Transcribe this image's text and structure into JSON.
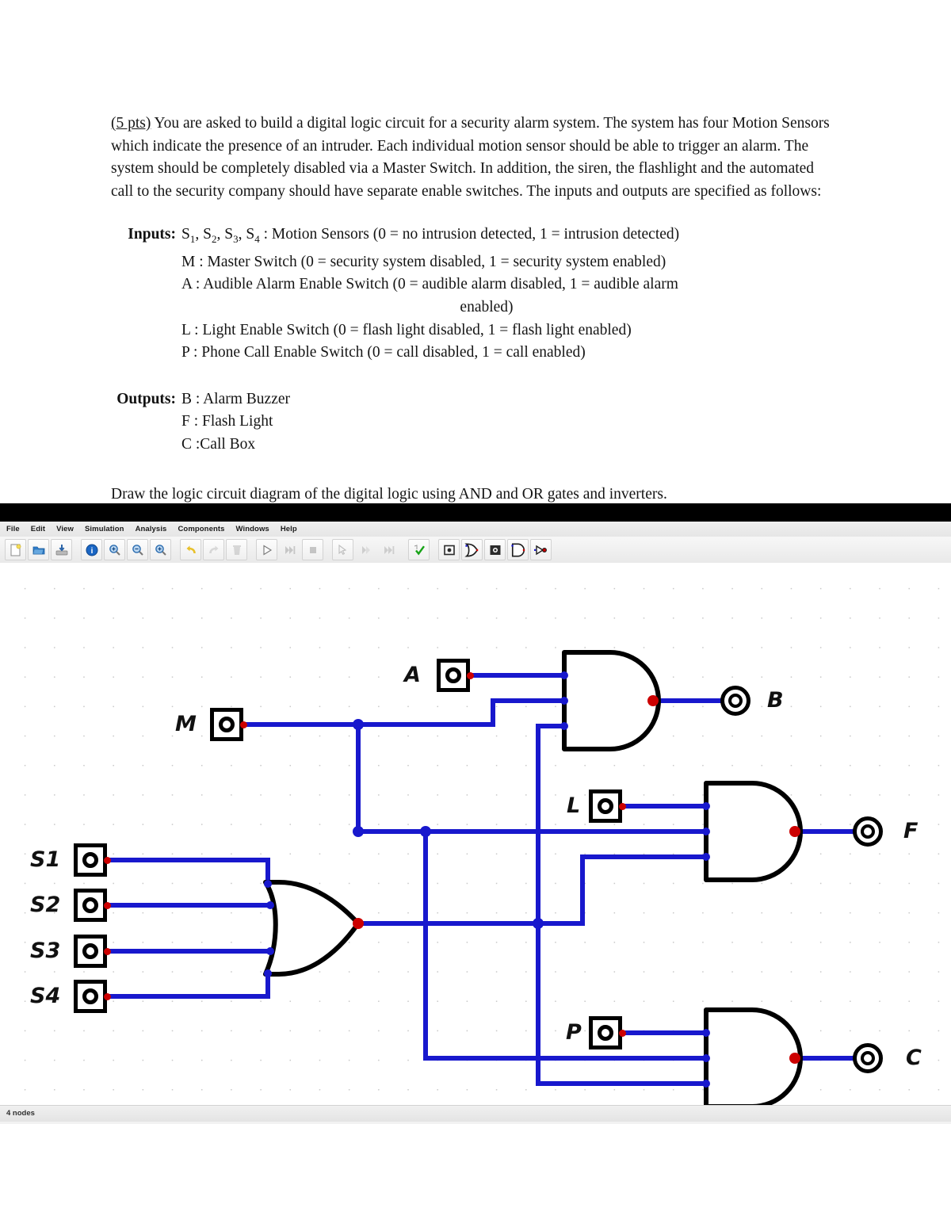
{
  "document": {
    "intro": "(5 pts) You are asked to build a digital logic circuit for a security alarm system. The system has four Motion Sensors which indicate the presence of an intruder. Each individual motion sensor should be able to trigger an alarm. The system should be completely disabled via a Master Switch. In addition, the siren, the flashlight and the automated call to the security company should have separate enable switches. The inputs and outputs are specified as follows:",
    "intro_underlined": "(5 pts)",
    "inputs_label": "Inputs:",
    "inputs": [
      "S1, S2, S3, S4 : Motion Sensors (0 = no intrusion detected, 1 = intrusion detected)",
      "M : Master Switch (0 = security system disabled, 1 = security system enabled)",
      "A : Audible Alarm Enable Switch (0 = audible alarm disabled, 1 = audible alarm enabled)",
      "L : Light Enable Switch (0 = flash light disabled, 1 = flash light enabled)",
      "P : Phone Call Enable Switch (0 = call disabled, 1 = call enabled)"
    ],
    "inputs_line1_parts": {
      "s1": "S",
      "s1sub": "1",
      "s2": "S",
      "s2sub": "2",
      "s3": "S",
      "s3sub": "3",
      "s4": "S",
      "s4sub": "4",
      "rest": " : Motion Sensors (0 = no intrusion detected, 1 = intrusion detected)"
    },
    "inputs_line3a": "A : Audible Alarm Enable Switch (0 = audible alarm disabled, 1 = audible alarm",
    "inputs_line3b": "enabled)",
    "outputs_label": "Outputs:",
    "outputs": [
      "B : Alarm Buzzer",
      "F : Flash Light",
      "C :Call Box"
    ],
    "instruction": "Draw the logic circuit diagram of the digital logic using AND and OR gates and inverters."
  },
  "app": {
    "menu": [
      "File",
      "Edit",
      "View",
      "Simulation",
      "Analysis",
      "Components",
      "Windows",
      "Help"
    ],
    "toolbar": [
      {
        "name": "new-file-icon",
        "title": "New"
      },
      {
        "name": "open-folder-icon",
        "title": "Open"
      },
      {
        "name": "save-icon",
        "title": "Save"
      },
      {
        "name": "info-icon",
        "title": "Info"
      },
      {
        "name": "zoom-in-icon",
        "title": "Zoom In"
      },
      {
        "name": "zoom-out-icon",
        "title": "Zoom Out"
      },
      {
        "name": "zoom-fit-icon",
        "title": "Zoom Fit"
      },
      {
        "name": "undo-icon",
        "title": "Undo"
      },
      {
        "name": "redo-icon",
        "title": "Redo"
      },
      {
        "name": "delete-icon",
        "title": "Delete"
      },
      {
        "name": "play-icon",
        "title": "Run Simulation"
      },
      {
        "name": "step-forward-icon",
        "title": "Step"
      },
      {
        "name": "stop-icon",
        "title": "Stop"
      },
      {
        "name": "select-tool-icon",
        "title": "Select"
      },
      {
        "name": "step-half-icon",
        "title": "Half Step"
      },
      {
        "name": "step-end-icon",
        "title": "Step To End"
      },
      {
        "name": "check-icon",
        "title": "Validate"
      },
      {
        "name": "pin-component-icon",
        "title": "Pin"
      },
      {
        "name": "or-gate-icon",
        "title": "OR Gate"
      },
      {
        "name": "node-icon",
        "title": "Node"
      },
      {
        "name": "and-gate-icon",
        "title": "AND Gate"
      },
      {
        "name": "inverter-icon",
        "title": "Inverter"
      }
    ],
    "status": "4 nodes",
    "colors": {
      "wire": "#1818cd",
      "terminal": "#cc0000",
      "gate": "#000000"
    }
  },
  "circuit": {
    "inputs": [
      {
        "id": "A",
        "label": "A"
      },
      {
        "id": "M",
        "label": "M"
      },
      {
        "id": "S1",
        "label": "S1"
      },
      {
        "id": "S2",
        "label": "S2"
      },
      {
        "id": "S3",
        "label": "S3"
      },
      {
        "id": "S4",
        "label": "S4"
      },
      {
        "id": "L",
        "label": "L"
      },
      {
        "id": "P",
        "label": "P"
      }
    ],
    "outputs": [
      {
        "id": "B",
        "label": "B"
      },
      {
        "id": "F",
        "label": "F"
      },
      {
        "id": "C",
        "label": "C"
      }
    ],
    "gates": [
      {
        "id": "OR1",
        "type": "OR",
        "inputs": [
          "S1",
          "S2",
          "S3",
          "S4"
        ]
      },
      {
        "id": "AND_B",
        "type": "AND",
        "inputs": [
          "A",
          "M",
          "OR1"
        ],
        "output": "B"
      },
      {
        "id": "AND_F",
        "type": "AND",
        "inputs": [
          "L",
          "M",
          "OR1"
        ],
        "output": "F"
      },
      {
        "id": "AND_C",
        "type": "AND",
        "inputs": [
          "P",
          "M",
          "OR1"
        ],
        "output": "C"
      }
    ]
  }
}
